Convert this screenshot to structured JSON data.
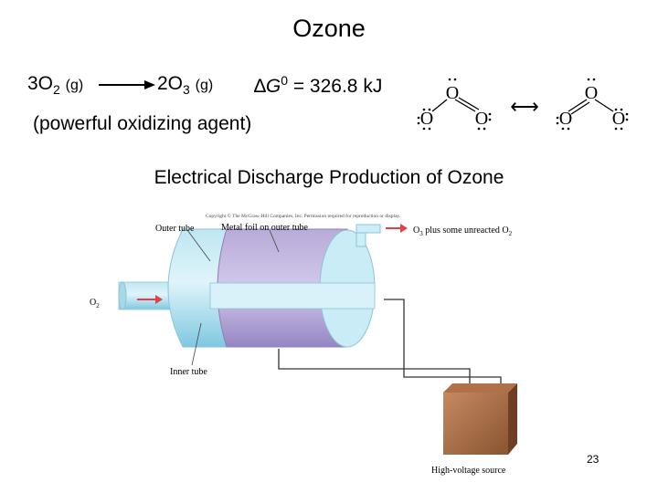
{
  "slide": {
    "title": "Ozone",
    "subtitle": "(powerful oxidizing agent)",
    "section_title": "Electrical Discharge Production of Ozone",
    "page_number": "23"
  },
  "equation": {
    "reactant_coef": "3O",
    "reactant_sub": "2",
    "reactant_phase": "(g)",
    "product_coef": "2O",
    "product_sub": "3",
    "product_phase": "(g)",
    "delta_symbol": "∆",
    "g_label": "G",
    "g_sup": "0",
    "g_value": " = 326.8 kJ"
  },
  "resonance": {
    "atom": "O",
    "arrow": "⟷"
  },
  "diagram": {
    "copyright": "Copyright © The McGraw-Hill Companies, Inc. Permission required for reproduction or display.",
    "label_outer_tube": "Outer tube",
    "label_metal_foil": "Metal foil on outer tube",
    "label_output_prefix": "O",
    "label_output_sub": "3",
    "label_output_rest": " plus some unreacted O",
    "label_output_sub2": "2",
    "label_input": "O",
    "label_input_sub": "2",
    "label_inner_tube": "Inner tube",
    "label_source": "High-voltage source"
  }
}
